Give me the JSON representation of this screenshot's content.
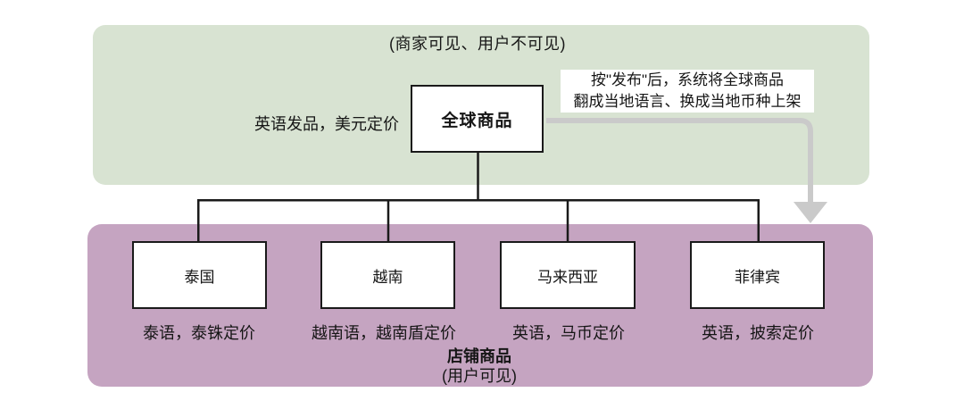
{
  "top_zone": {
    "visibility_note": "(商家可见、用户不可见)",
    "global_product_label": "全球商品",
    "listing_note": "英语发品，美元定价",
    "publish_note_line1": "按\"发布\"后，系统将全球商品",
    "publish_note_line2": "翻成当地语言、换成当地币种上架"
  },
  "bottom_zone": {
    "countries": [
      {
        "name": "泰国",
        "pricing": "泰语，泰铢定价"
      },
      {
        "name": "越南",
        "pricing": "越南语，越南盾定价"
      },
      {
        "name": "马来西亚",
        "pricing": "英语，马币定价"
      },
      {
        "name": "菲律宾",
        "pricing": "英语，披索定价"
      }
    ],
    "title": "店铺商品",
    "visibility_note": "(用户可见)"
  },
  "colors": {
    "top_zone_bg": "#d8e3d2",
    "bottom_zone_bg": "#c5a4c1",
    "arrow_gray": "#cacaca",
    "line_black": "#1a1a1a",
    "node_bg": "#ffffff"
  }
}
